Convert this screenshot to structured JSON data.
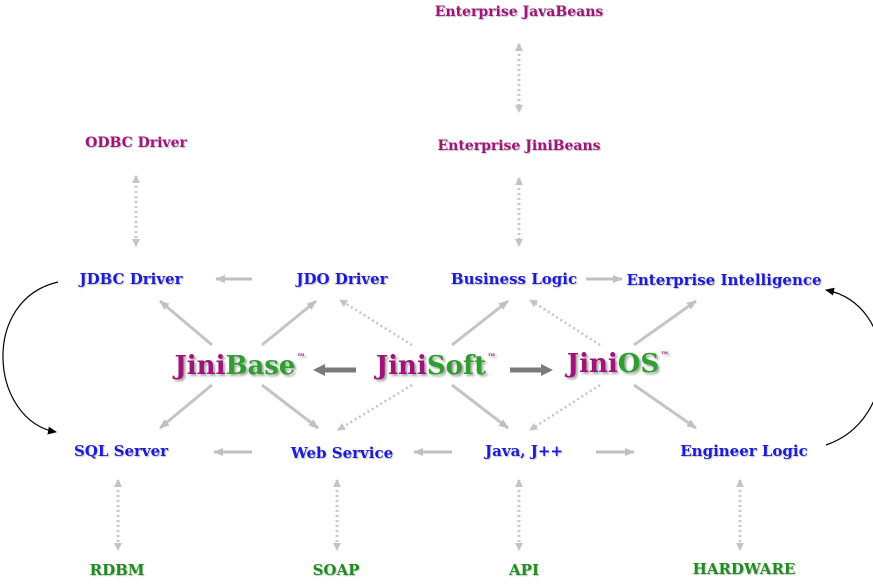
{
  "brands": {
    "jinibase": {
      "prefix": "Jini",
      "suffix": "Base",
      "tm": "™"
    },
    "jinisoft": {
      "prefix": "Jini",
      "suffix": "Soft",
      "tm": "™"
    },
    "jinios": {
      "prefix": "Jini",
      "suffix": "OS",
      "tm": "™"
    }
  },
  "nodes": {
    "enterprise_javabeans": "Enterprise JavaBeans",
    "enterprise_jinibeans": "Enterprise JiniBeans",
    "odbc_driver": "ODBC Driver",
    "jdbc_driver": "JDBC Driver",
    "jdo_driver": "JDO Driver",
    "business_logic": "Business Logic",
    "enterprise_intelligence": "Enterprise Intelligence",
    "sql_server": "SQL Server",
    "web_service": "Web Service",
    "java_jpp": "Java, J++",
    "engineer_logic": "Engineer Logic",
    "rdbm": "RDBM",
    "soap": "SOAP",
    "api": "API",
    "hardware": "HARDWARE"
  },
  "colors": {
    "node_text": "#1c1cd6",
    "top_text": "#a0147a",
    "bottom_text": "#1f8c1f",
    "brand_prefix": "#a0147a",
    "brand_suffix": "#2e9e2e",
    "arrow_gray": "#c0c0c0",
    "curve": "#000000"
  }
}
